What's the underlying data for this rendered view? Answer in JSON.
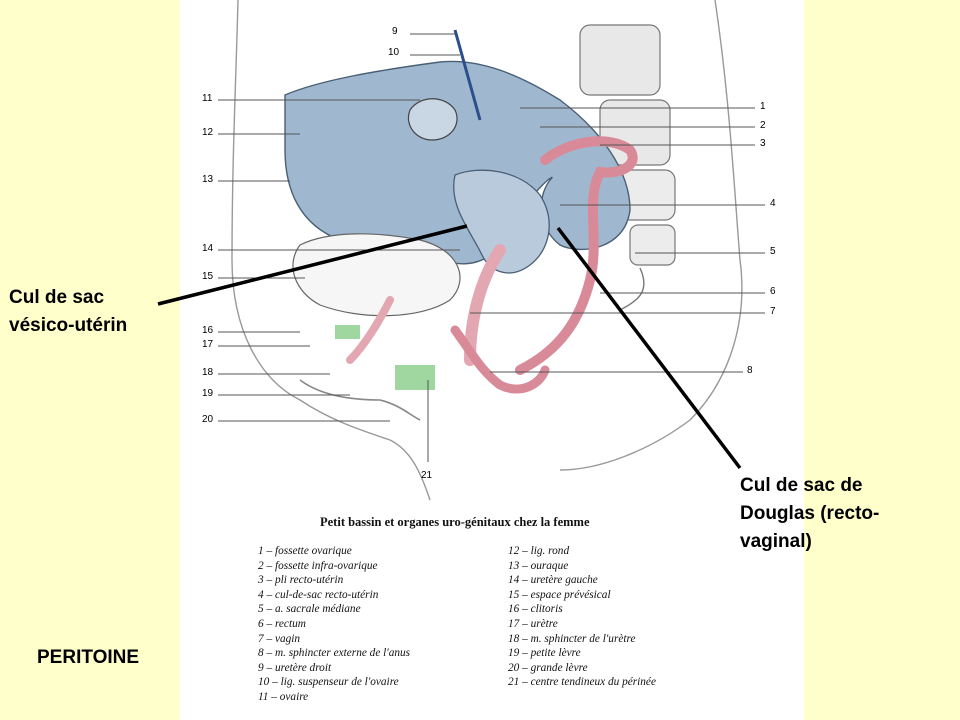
{
  "slide": {
    "title": "PERITOINE",
    "background": "#ffffcc",
    "panel_color": "#ffffff",
    "peritoneum_color": "#9fb8cf",
    "muscle_color": "#e3a7b1",
    "ligament_color": "#8fcf8f"
  },
  "callouts": {
    "vesico_uterine": [
      "Cul de sac",
      "vésico-utérin"
    ],
    "douglas": [
      "Cul de sac de",
      "Douglas (recto-",
      "vaginal)"
    ]
  },
  "figure": {
    "caption": "Petit bassin et organes uro-génitaux chez la femme",
    "left_numbers": [
      "9",
      "10",
      "11",
      "12",
      "13",
      "14",
      "15",
      "16",
      "17",
      "18",
      "19",
      "20"
    ],
    "right_numbers": [
      "1",
      "2",
      "3",
      "4",
      "5",
      "6",
      "7",
      "8"
    ],
    "bottom_number": "21"
  },
  "legend": {
    "left": [
      "1 – fossette ovarique",
      "2 – fossette infra-ovarique",
      "3 – pli recto-utérin",
      "4 – cul-de-sac recto-utérin",
      "5 – a. sacrale médiane",
      "6 – rectum",
      "7 – vagin",
      "8 – m. sphincter externe de l'anus",
      "9 – uretère droit",
      "10 – lig. suspenseur de l'ovaire",
      "11 – ovaire"
    ],
    "right": [
      "12 – lig. rond",
      "13 – ouraque",
      "14 – uretère gauche",
      "15 – espace prévésical",
      "16 – clitoris",
      "17 – urètre",
      "18 – m. sphincter de l'urètre",
      "19 – petite lèvre",
      "20 – grande lèvre",
      "21 – centre tendineux du périnée"
    ]
  }
}
